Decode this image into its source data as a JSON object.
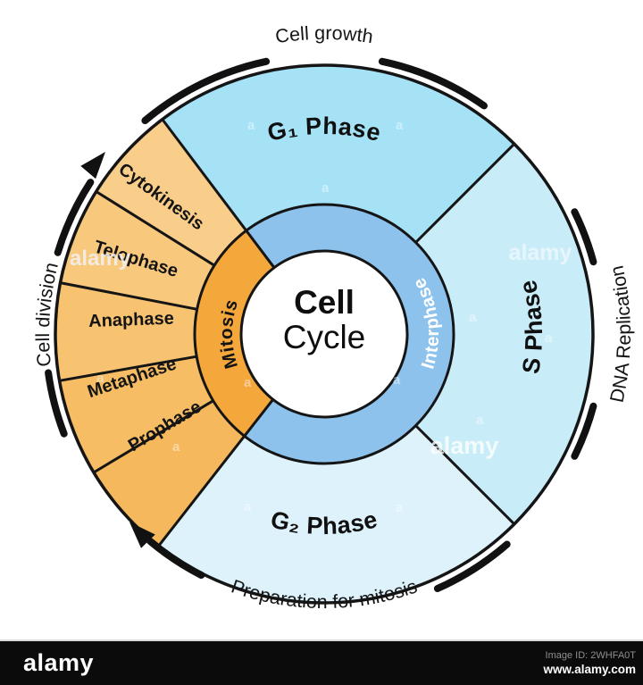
{
  "center": {
    "line1": "Cell",
    "line2": "Cycle"
  },
  "rings": {
    "interphase": "Interphase",
    "mitosis": "Mitosis"
  },
  "sectors": {
    "g1": "G₁ Phase",
    "s": "S Phase",
    "g2": "G₂ Phase"
  },
  "mitosis_phases": [
    "Cytokinesis",
    "Telophase",
    "Anaphase",
    "Metaphase",
    "Prophase"
  ],
  "outer_labels": {
    "top": "Cell growth",
    "right": "DNA Replication",
    "bottom": "Preparation for mitosis",
    "left": "Cell division"
  },
  "colors": {
    "g1": "#a5e2f6",
    "s": "#c9ecf9",
    "g2": "#def2fc",
    "interphase": "#8cc2ec",
    "mitosis": "#f4a73b",
    "m_phases": [
      "#f9cd8a",
      "#f8c87d",
      "#f7c371",
      "#f6bd65",
      "#f6b85c"
    ],
    "outline": "#151515"
  },
  "watermark": {
    "brand": "alamy",
    "mark": "a"
  },
  "footer": {
    "brand": "alamy",
    "image_id": "Image ID: 2WHFA0T",
    "url": "www.alamy.com"
  }
}
